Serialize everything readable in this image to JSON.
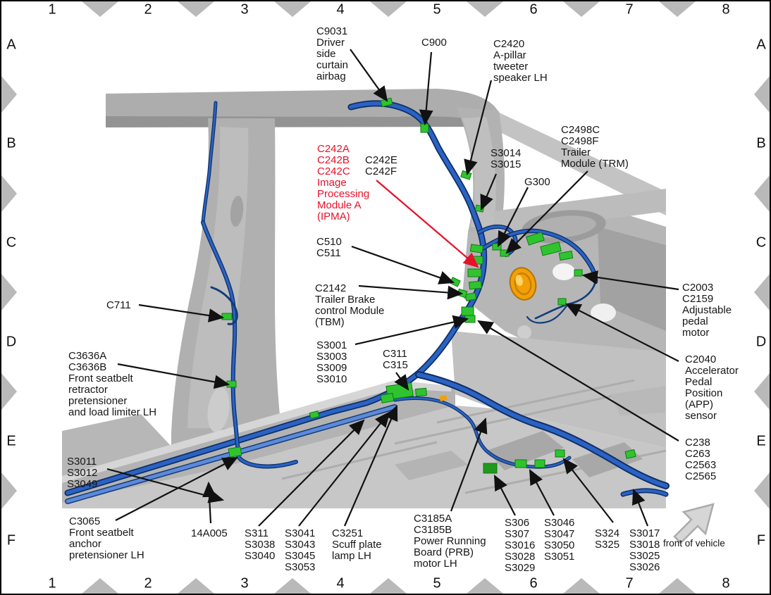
{
  "figure": {
    "kind": "vehicle wiring harness location diagram",
    "view": "body side inner / A-pillar, B-pillar, floor LH"
  },
  "grid": {
    "columns": [
      "1",
      "2",
      "3",
      "4",
      "5",
      "6",
      "7",
      "8"
    ],
    "rows": [
      "A",
      "B",
      "C",
      "D",
      "E",
      "F"
    ]
  },
  "orientation_label": "front of vehicle",
  "colors": {
    "harness_blue": "#2b62c4",
    "harness_blue_light": "#5d8ad8",
    "connector_green": "#2fc42f",
    "grommet_orange": "#f2a007",
    "highlight_red": "#e8112a",
    "body_gray": "#b5b5b5",
    "marker_gray": "#b9b9b9"
  },
  "callouts": [
    {
      "id": "C9031",
      "text": "C9031\nDriver\nside\ncurtain\nairbag"
    },
    {
      "id": "C900",
      "text": "C900"
    },
    {
      "id": "C2420",
      "text": "C2420\nA-pillar\ntweeter\nspeaker LH"
    },
    {
      "id": "C2498",
      "text": "C2498C\nC2498F\nTrailer\nModule (TRM)"
    },
    {
      "id": "S3014",
      "text": "S3014\nS3015"
    },
    {
      "id": "G300",
      "text": "G300"
    },
    {
      "id": "C242A",
      "text": "C242A\nC242B\nC242C\nImage\nProcessing\nModule A\n(IPMA)",
      "color": "red"
    },
    {
      "id": "C242E",
      "text": "C242E\nC242F"
    },
    {
      "id": "C510",
      "text": "C510\nC511"
    },
    {
      "id": "C2142",
      "text": "C2142\nTrailer Brake\ncontrol Module\n(TBM)"
    },
    {
      "id": "C711",
      "text": "C711"
    },
    {
      "id": "C3636",
      "text": "C3636A\nC3636B\nFront seatbelt\nretractor\npretensioner\nand load limiter LH"
    },
    {
      "id": "S3001",
      "text": "S3001\nS3003\nS3009\nS3010"
    },
    {
      "id": "C311",
      "text": "C311\nC315"
    },
    {
      "id": "C2003",
      "text": "C2003\nC2159\nAdjustable\npedal\nmotor"
    },
    {
      "id": "C2040",
      "text": "C2040\nAccelerator\nPedal\nPosition\n(APP)\nsensor"
    },
    {
      "id": "C238",
      "text": "C238\nC263\nC2563\nC2565"
    },
    {
      "id": "S3011",
      "text": "S3011\nS3012\nS3049"
    },
    {
      "id": "C3065",
      "text": "C3065\nFront seatbelt\nanchor\npretensioner LH"
    },
    {
      "id": "14A005",
      "text": "14A005"
    },
    {
      "id": "S311",
      "text": "S311\nS3038\nS3040"
    },
    {
      "id": "S3041",
      "text": "S3041\nS3043\nS3045\nS3053"
    },
    {
      "id": "C3251",
      "text": "C3251\nScuff plate\nlamp LH"
    },
    {
      "id": "C3185",
      "text": "C3185A\nC3185B\nPower Running\nBoard (PRB)\nmotor LH"
    },
    {
      "id": "S306",
      "text": "S306\nS307\nS3016\nS3028\nS3029"
    },
    {
      "id": "S3046",
      "text": "S3046\nS3047\nS3050\nS3051"
    },
    {
      "id": "S324",
      "text": "S324\nS325"
    },
    {
      "id": "S3017",
      "text": "S3017\nS3018\nS3025\nS3026"
    }
  ]
}
